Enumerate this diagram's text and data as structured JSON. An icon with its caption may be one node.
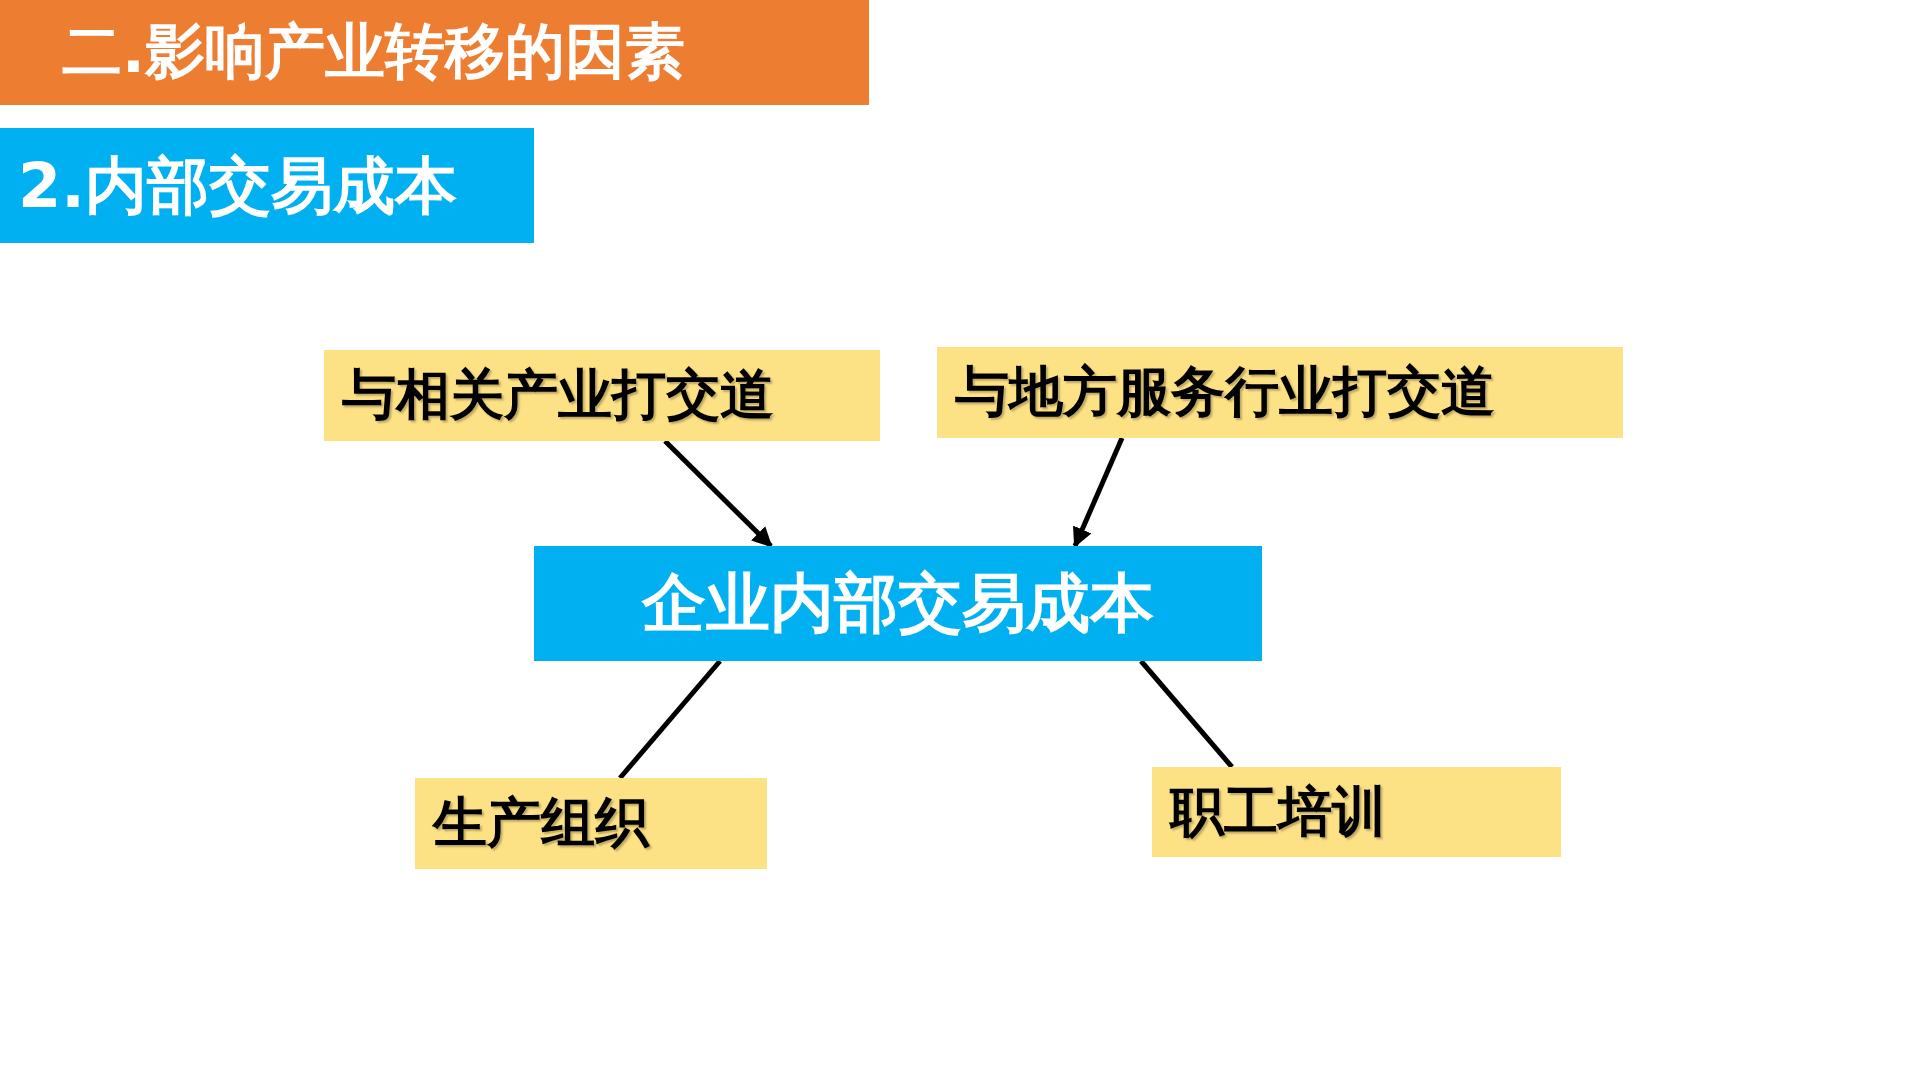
{
  "diagram": {
    "title": "二.影响产业转移的因素",
    "nodes": [
      {
        "text": [
          "与相关产业打交道"
        ]
      },
      {
        "text": [
          "与地方服务行业打交道"
        ]
      },
      {
        "text": [
          "企业内部交易成本"
        ]
      },
      {
        "text": [
          "生产组织"
        ]
      },
      {
        "text": [
          "职工培训"
        ]
      }
    ],
    "edges": [
      {
        "from": 0,
        "to": 2,
        "arrow": "to"
      },
      {
        "from": 1,
        "to": 2,
        "arrow": "to"
      },
      {
        "from": 2,
        "to": 3,
        "arrow": "none"
      },
      {
        "from": 2,
        "to": 4,
        "arrow": "none"
      }
    ],
    "labels": [
      "2.内部交易成本"
    ]
  }
}
